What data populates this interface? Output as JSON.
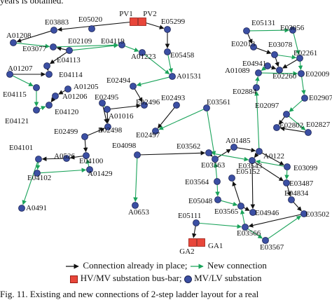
{
  "top_text": "years is obtained.",
  "legend": {
    "existing": "Connection already in place;",
    "new": "New connection",
    "hv": "HV/MV substation bus-bar;",
    "mv": "MV/LV substation"
  },
  "caption": "Fig. 11.  Existing and new connections of 2-step ladder layout for a real",
  "colors": {
    "existing": "#111111",
    "new": "#1aa35a",
    "node": "#3b4fa3",
    "hv": "#e8463a"
  },
  "nodes": [
    {
      "id": "PV1",
      "type": "hv"
    },
    {
      "id": "PV2",
      "type": "hv"
    },
    {
      "id": "GA2",
      "type": "hv"
    },
    {
      "id": "GA1",
      "type": "hv"
    },
    {
      "id": "E03883"
    },
    {
      "id": "E05020"
    },
    {
      "id": "E05299"
    },
    {
      "id": "A01208"
    },
    {
      "id": "E03077"
    },
    {
      "id": "E02109"
    },
    {
      "id": "E04119"
    },
    {
      "id": "A01223"
    },
    {
      "id": "E05458"
    },
    {
      "id": "A01207"
    },
    {
      "id": "E04113"
    },
    {
      "id": "E04114"
    },
    {
      "id": "E04115"
    },
    {
      "id": "E04121"
    },
    {
      "id": "A01205"
    },
    {
      "id": "A01206"
    },
    {
      "id": "E04120"
    },
    {
      "id": "E02494"
    },
    {
      "id": "A01531"
    },
    {
      "id": "E02495"
    },
    {
      "id": "A01016"
    },
    {
      "id": "E02496"
    },
    {
      "id": "E02493"
    },
    {
      "id": "E03561"
    },
    {
      "id": "E02498"
    },
    {
      "id": "E02497"
    },
    {
      "id": "E02499"
    },
    {
      "id": "E04101"
    },
    {
      "id": "A0526"
    },
    {
      "id": "E04100"
    },
    {
      "id": "E04098"
    },
    {
      "id": "E04102"
    },
    {
      "id": "A01429"
    },
    {
      "id": "A0491"
    },
    {
      "id": "A0653"
    },
    {
      "id": "E03562"
    },
    {
      "id": "E03563"
    },
    {
      "id": "A01485"
    },
    {
      "id": "E03543"
    },
    {
      "id": "A0122"
    },
    {
      "id": "E03099"
    },
    {
      "id": "E03564"
    },
    {
      "id": "E05152"
    },
    {
      "id": "E05048"
    },
    {
      "id": "E03565"
    },
    {
      "id": "E04946"
    },
    {
      "id": "E03487"
    },
    {
      "id": "E04834"
    },
    {
      "id": "E05111"
    },
    {
      "id": "E03566"
    },
    {
      "id": "E03502"
    },
    {
      "id": "E03567"
    },
    {
      "id": "E05131"
    },
    {
      "id": "E03056"
    },
    {
      "id": "E02013"
    },
    {
      "id": "E03078"
    },
    {
      "id": "E04941"
    },
    {
      "id": "E02261"
    },
    {
      "id": "A01089"
    },
    {
      "id": "E02260"
    },
    {
      "id": "E02009"
    },
    {
      "id": "E02884"
    },
    {
      "id": "E02907"
    },
    {
      "id": "E02097"
    },
    {
      "id": "E02802"
    },
    {
      "id": "E02827"
    }
  ],
  "connections": {
    "existing": [
      [
        "PV1",
        "E03883"
      ],
      [
        "E03883",
        "A01208"
      ],
      [
        "PV2",
        "E05299"
      ],
      [
        "E05299",
        "E05458"
      ],
      [
        "E02109",
        "E03077"
      ],
      [
        "E02109",
        "E04113"
      ],
      [
        "E04113",
        "E04114"
      ],
      [
        "A01207",
        "E04114"
      ],
      [
        "A01205",
        "A01206"
      ],
      [
        "A01206",
        "E04120"
      ],
      [
        "E02494",
        "E02496"
      ],
      [
        "E02495",
        "E02498"
      ],
      [
        "A01016",
        "E02496"
      ],
      [
        "E02493",
        "E02497"
      ],
      [
        "E02499",
        "E02498"
      ],
      [
        "A01016",
        "E02498"
      ],
      [
        "E02499",
        "E04100"
      ],
      [
        "A0526",
        "E04101"
      ],
      [
        "E04100",
        "A0526"
      ],
      [
        "E04098",
        "E03562"
      ],
      [
        "E03562",
        "E03563"
      ],
      [
        "E03563",
        "A01485"
      ],
      [
        "A01485",
        "A0122"
      ],
      [
        "A0122",
        "E03543"
      ],
      [
        "E03543",
        "E03487"
      ],
      [
        "E03487",
        "E04834"
      ],
      [
        "E04834",
        "E03502"
      ],
      [
        "E03565",
        "E04946"
      ],
      [
        "E03565",
        "E05152"
      ],
      [
        "E03543",
        "E04946"
      ],
      [
        "E03502",
        "E03566"
      ],
      [
        "E05111",
        "GA2"
      ],
      [
        "E02013",
        "E03078"
      ],
      [
        "E03078",
        "E02260"
      ],
      [
        "E04941",
        "E02260"
      ],
      [
        "E02261",
        "E02260"
      ],
      [
        "E02097",
        "E02802"
      ],
      [
        "E02827",
        "E02802"
      ],
      [
        "A0122",
        "E03099"
      ],
      [
        "E05131",
        "E02013"
      ]
    ],
    "new": [
      [
        "A01208",
        "E03077"
      ],
      [
        "E03077",
        "E04119"
      ],
      [
        "E04119",
        "A01223"
      ],
      [
        "A01223",
        "A01531"
      ],
      [
        "E05458",
        "A01531"
      ],
      [
        "E02109",
        "E04119"
      ],
      [
        "A01207",
        "E04115"
      ],
      [
        "E04115",
        "E04121"
      ],
      [
        "E04121",
        "E04120"
      ],
      [
        "A01531",
        "E02494"
      ],
      [
        "E02495",
        "A01016"
      ],
      [
        "E03561",
        "E02497"
      ],
      [
        "E03561",
        "E03563"
      ],
      [
        "E04101",
        "E04102"
      ],
      [
        "E04101",
        "A0491"
      ],
      [
        "E04102",
        "A01429"
      ],
      [
        "E04098",
        "A0653"
      ],
      [
        "A01429",
        "E04100"
      ],
      [
        "E03564",
        "E03563"
      ],
      [
        "E03564",
        "E05048"
      ],
      [
        "E05048",
        "E03565"
      ],
      [
        "E05111",
        "E03566"
      ],
      [
        "E03566",
        "E03565"
      ],
      [
        "E03566",
        "E03567"
      ],
      [
        "E03567",
        "E03502"
      ],
      [
        "E03099",
        "E03487"
      ],
      [
        "E03099",
        "E03543"
      ],
      [
        "A0122",
        "E02884"
      ],
      [
        "E02884",
        "A01089"
      ],
      [
        "A01089",
        "E02009"
      ],
      [
        "E02009",
        "E02907"
      ],
      [
        "E02907",
        "E02097"
      ],
      [
        "E02097",
        "E02827"
      ],
      [
        "E05131",
        "E03056"
      ],
      [
        "E03056",
        "E02261"
      ],
      [
        "E04941",
        "A01089"
      ],
      [
        "E02261",
        "E02009"
      ],
      [
        "E03078",
        "E02261"
      ],
      [
        "E03562",
        "E03543"
      ]
    ]
  }
}
